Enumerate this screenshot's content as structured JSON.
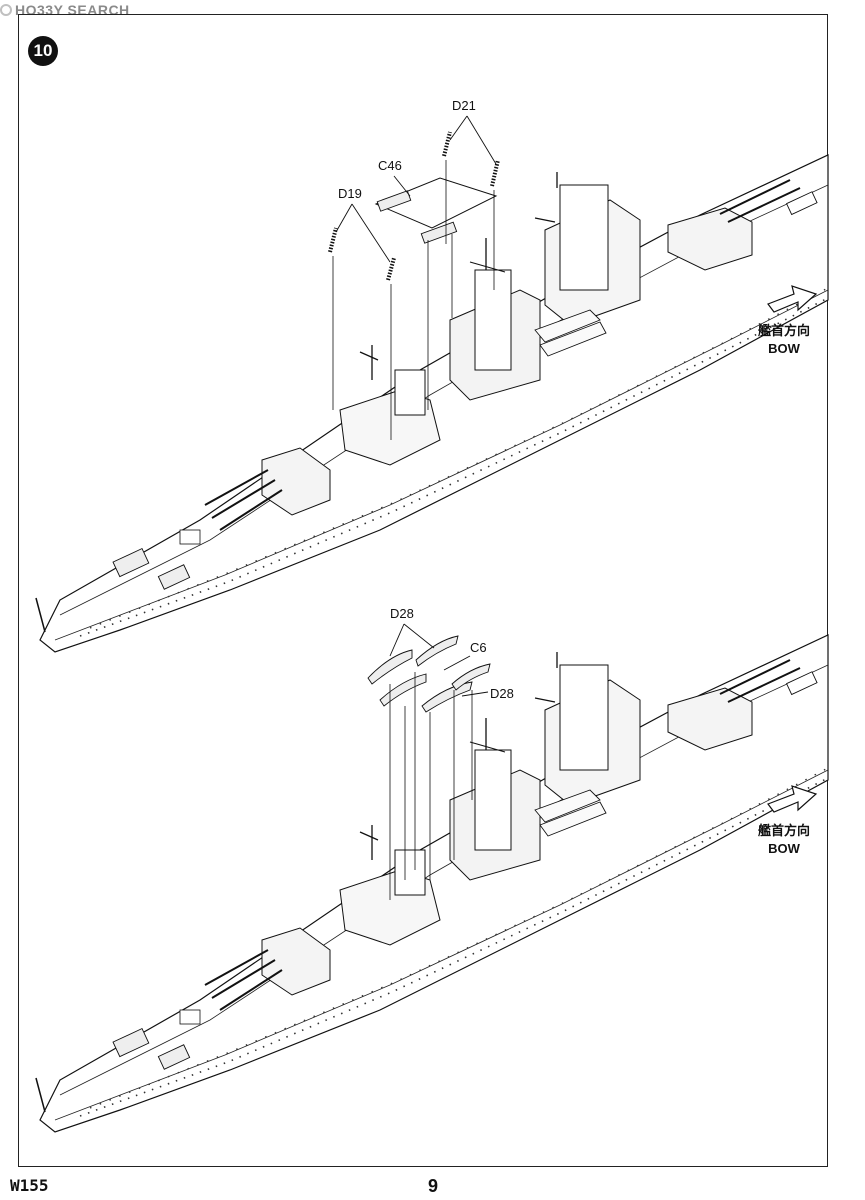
{
  "watermark": {
    "text": "HO33Y SEARCH"
  },
  "step": {
    "number": "10"
  },
  "top_view": {
    "labels": {
      "d21": "D21",
      "c46": "C46",
      "d19": "D19"
    },
    "direction": {
      "jp": "艦首方向",
      "en": "BOW"
    }
  },
  "bottom_view": {
    "labels": {
      "d28_top": "D28",
      "c6": "C6",
      "d28_bottom": "D28"
    },
    "direction": {
      "jp": "艦首方向",
      "en": "BOW"
    }
  },
  "footer": {
    "code": "W155",
    "page": "9"
  }
}
